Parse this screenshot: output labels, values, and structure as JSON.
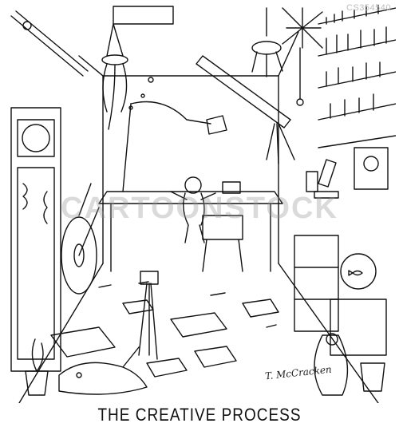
{
  "cartoon": {
    "caption": "THE CREATIVE PROCESS",
    "stock_id": "CS354540",
    "watermark": "CARTOONSTOCK",
    "signature": "T. McCracken",
    "colors": {
      "ink": "#111111",
      "paper": "#ffffff",
      "watermark": "#969696"
    }
  }
}
